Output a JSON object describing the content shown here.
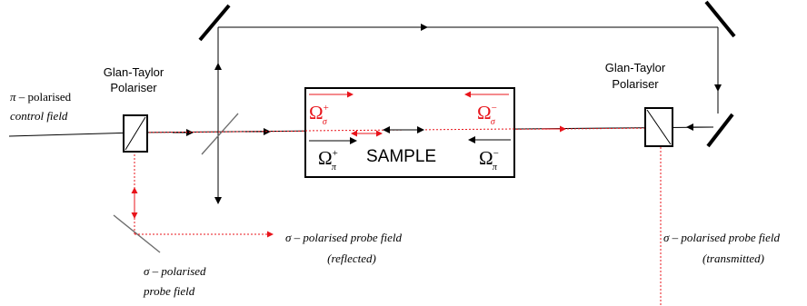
{
  "labels": {
    "left_polariser_line1": "Glan-Taylor",
    "left_polariser_line2": "Polariser",
    "right_polariser_line1": "Glan-Taylor",
    "right_polariser_line2": "Polariser",
    "control_field_pi": "π",
    "control_field_line1_rest": " – polarised",
    "control_field_line2": "control field",
    "sample": "SAMPLE",
    "probe_reflected_sigma": "σ",
    "probe_reflected_line1_rest": " – polarised probe field",
    "probe_reflected_line2": "(reflected)",
    "probe_transmitted_sigma": "σ",
    "probe_transmitted_line1_rest": " – polarised probe field",
    "probe_transmitted_line2": "(transmitted)",
    "probe_input_sigma": "σ",
    "probe_input_line1_rest": " – polarised",
    "probe_input_line2": "probe field"
  },
  "rabi": {
    "sigma_plus": {
      "base": "Ω",
      "sup": "+",
      "sub": "σ"
    },
    "sigma_minus": {
      "base": "Ω",
      "sup": "−",
      "sub": "σ"
    },
    "pi_plus": {
      "base": "Ω",
      "sup": "+",
      "sub": "π"
    },
    "pi_minus": {
      "base": "Ω",
      "sup": "−",
      "sub": "π"
    }
  },
  "colors": {
    "control_beam": "#000000",
    "probe_beam": "#e8141b"
  }
}
